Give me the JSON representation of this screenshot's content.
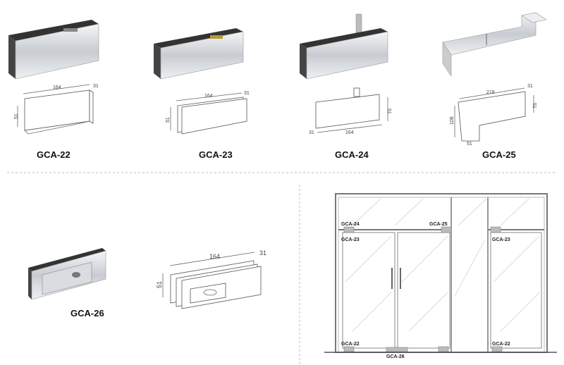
{
  "products": [
    {
      "model": "GCA-22",
      "dims": {
        "length": "164",
        "height": "51",
        "depth": "31"
      }
    },
    {
      "model": "GCA-23",
      "dims": {
        "length": "164",
        "height": "51",
        "depth": "31"
      }
    },
    {
      "model": "GCA-24",
      "dims": {
        "length": "164",
        "height": "51",
        "depth": "31"
      }
    },
    {
      "model": "GCA-25",
      "dims": {
        "length": "218",
        "height": "108",
        "side_height": "51",
        "foot": "51",
        "depth": "31"
      }
    },
    {
      "model": "GCA-26",
      "dims": {
        "length": "164",
        "height": "51",
        "depth": "31"
      }
    }
  ],
  "door_diagram": {
    "labels": [
      "GCA-24",
      "GCA-25",
      "GCA-23",
      "GCA-23",
      "GCA-22",
      "GCA-26",
      "GCA-22"
    ]
  },
  "colors": {
    "metal": "#c8ccd2",
    "glass_frame": "#777777",
    "divider": "#bbbbbb"
  }
}
